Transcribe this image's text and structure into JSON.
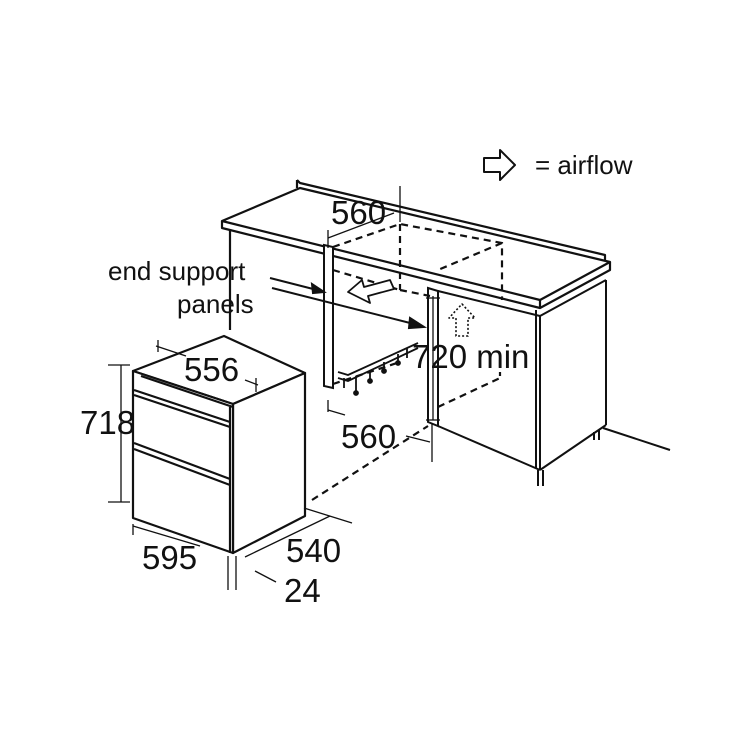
{
  "legend": {
    "equals_text": "= airflow",
    "icon": "hollow-arrow-right-icon"
  },
  "callouts": {
    "end_support_line1": "end support",
    "end_support_line2": "panels"
  },
  "dimensions": {
    "niche_width_top": "560",
    "niche_width_bottom": "560",
    "niche_height": "720 min",
    "appliance_top_width": "556",
    "appliance_height": "718",
    "appliance_width": "595",
    "appliance_depth": "540",
    "door_thickness": "24"
  },
  "colors": {
    "line": "#111111",
    "background": "#ffffff"
  }
}
